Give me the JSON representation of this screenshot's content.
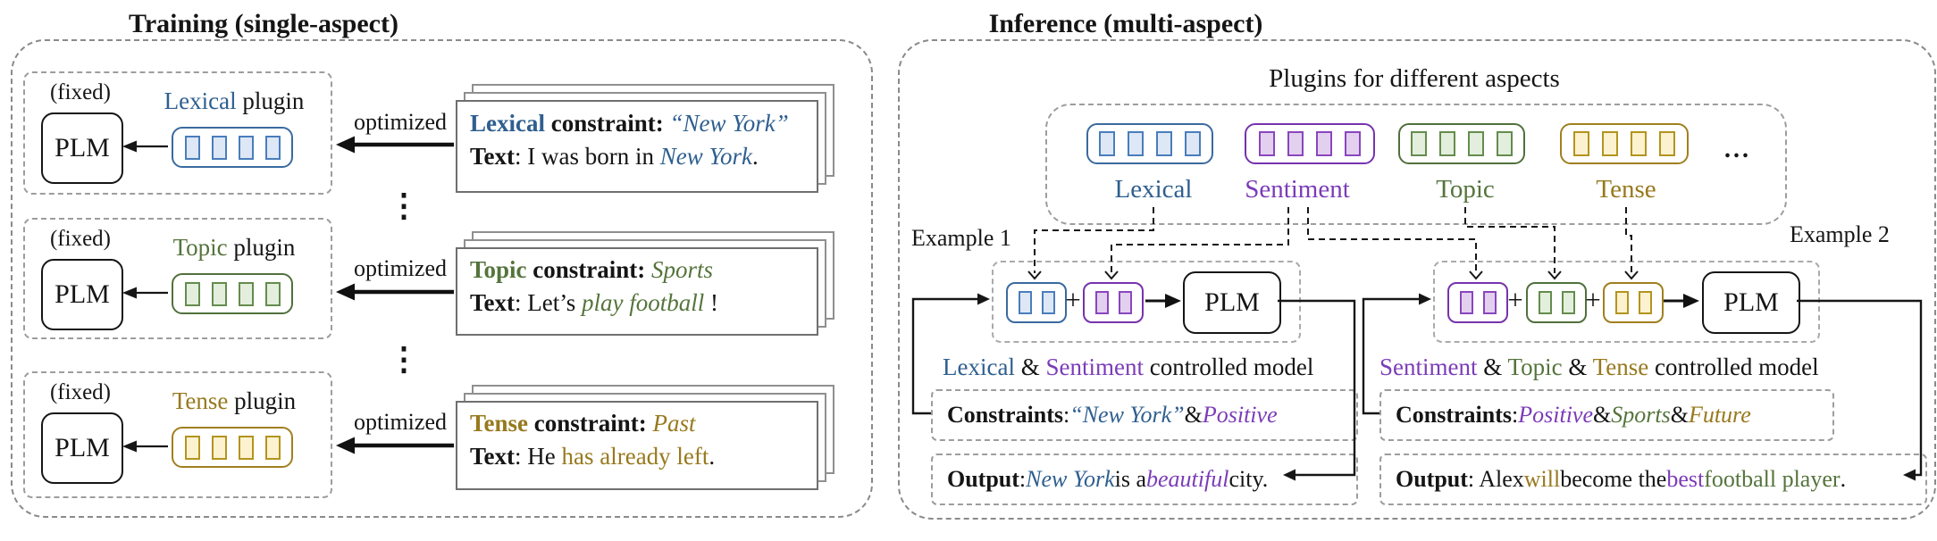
{
  "colors": {
    "black": "#151515",
    "lexical": "#2f5f8f",
    "sentiment": "#7b3cb8",
    "topic": "#55743c",
    "tense": "#97791e"
  },
  "chips": {
    "lexical": {
      "border": "#3a6a9e",
      "sq_border": "#4a7dbb",
      "sq_fill": "#dde7f6"
    },
    "sentiment": {
      "border": "#7633ad",
      "sq_border": "#8a46bd",
      "sq_fill": "#e3d0ef"
    },
    "topic": {
      "border": "#50703c",
      "sq_border": "#648c4e",
      "sq_fill": "#e3efdc"
    },
    "tense": {
      "border": "#a07f1f",
      "sq_border": "#b3941f",
      "sq_fill": "#fcf2cf"
    }
  },
  "training": {
    "title": "Training (single-aspect)",
    "optimized": "optimized",
    "dots": "⋮",
    "rows": [
      {
        "fixed": "(fixed)",
        "plm": "PLM",
        "aspect": "lexical",
        "label": [
          {
            "t": "Lexical",
            "c": "lexical"
          },
          {
            "t": " plugin"
          }
        ],
        "card_line1": [
          {
            "t": "Lexical",
            "c": "lexical",
            "b": 1
          },
          {
            "t": " constraint: ",
            "b": 1
          },
          {
            "t": "“New York”",
            "c": "lexical",
            "i": 1
          }
        ],
        "card_line2": [
          {
            "t": "Text",
            "b": 1
          },
          {
            "t": ": I was born in "
          },
          {
            "t": "New York",
            "c": "lexical",
            "i": 1
          },
          {
            "t": "."
          }
        ]
      },
      {
        "fixed": "(fixed)",
        "plm": "PLM",
        "aspect": "topic",
        "label": [
          {
            "t": "Topic",
            "c": "topic"
          },
          {
            "t": " plugin"
          }
        ],
        "card_line1": [
          {
            "t": "Topic",
            "c": "topic",
            "b": 1
          },
          {
            "t": " constraint: ",
            "b": 1
          },
          {
            "t": "Sports",
            "c": "topic",
            "i": 1
          }
        ],
        "card_line2": [
          {
            "t": "Text",
            "b": 1
          },
          {
            "t": ": Let’s "
          },
          {
            "t": "play football",
            "c": "topic",
            "i": 1
          },
          {
            "t": " !"
          }
        ]
      },
      {
        "fixed": "(fixed)",
        "plm": "PLM",
        "aspect": "tense",
        "label": [
          {
            "t": "Tense",
            "c": "tense"
          },
          {
            "t": " plugin"
          }
        ],
        "card_line1": [
          {
            "t": "Tense",
            "c": "tense",
            "b": 1
          },
          {
            "t": " constraint: ",
            "b": 1
          },
          {
            "t": "Past",
            "c": "tense",
            "i": 1
          }
        ],
        "card_line2": [
          {
            "t": "Text",
            "b": 1
          },
          {
            "t": ": He "
          },
          {
            "t": "has already left",
            "c": "tense"
          },
          {
            "t": "."
          }
        ]
      }
    ]
  },
  "inference": {
    "title": "Inference (multi-aspect)",
    "plugins_heading": "Plugins for different aspects",
    "ellipsis": "...",
    "plus": "+",
    "plugins": [
      {
        "name": "Lexical",
        "aspect": "lexical"
      },
      {
        "name": "Sentiment",
        "aspect": "sentiment"
      },
      {
        "name": "Topic",
        "aspect": "topic"
      },
      {
        "name": "Tense",
        "aspect": "tense"
      }
    ],
    "examples": [
      {
        "label": "Example 1",
        "plm": "PLM",
        "chips": [
          "lexical",
          "sentiment"
        ],
        "model_label": [
          {
            "t": "Lexical",
            "c": "lexical"
          },
          {
            "t": " & "
          },
          {
            "t": "Sentiment",
            "c": "sentiment"
          },
          {
            "t": " controlled model"
          }
        ],
        "constraints": [
          {
            "t": "Constraints",
            "b": 1
          },
          {
            "t": ": "
          },
          {
            "t": "“New York”",
            "c": "lexical",
            "i": 1
          },
          {
            "t": " & "
          },
          {
            "t": "Positive",
            "c": "sentiment",
            "i": 1
          }
        ],
        "output": [
          {
            "t": "Output",
            "b": 1
          },
          {
            "t": ": "
          },
          {
            "t": "New York",
            "c": "lexical",
            "i": 1
          },
          {
            "t": " is a "
          },
          {
            "t": "beautiful",
            "c": "sentiment",
            "i": 1
          },
          {
            "t": " city."
          }
        ]
      },
      {
        "label": "Example 2",
        "plm": "PLM",
        "chips": [
          "sentiment",
          "topic",
          "tense"
        ],
        "model_label": [
          {
            "t": "Sentiment",
            "c": "sentiment"
          },
          {
            "t": " & "
          },
          {
            "t": "Topic",
            "c": "topic"
          },
          {
            "t": " & "
          },
          {
            "t": "Tense",
            "c": "tense"
          },
          {
            "t": " controlled model"
          }
        ],
        "constraints": [
          {
            "t": "Constraints",
            "b": 1
          },
          {
            "t": ":  "
          },
          {
            "t": "Positive",
            "c": "sentiment",
            "i": 1
          },
          {
            "t": " & "
          },
          {
            "t": "Sports",
            "c": "topic",
            "i": 1
          },
          {
            "t": " & "
          },
          {
            "t": "Future",
            "c": "tense",
            "i": 1
          }
        ],
        "output": [
          {
            "t": "Output",
            "b": 1
          },
          {
            "t": ": Alex "
          },
          {
            "t": "will",
            "c": "tense"
          },
          {
            "t": " become the "
          },
          {
            "t": "best",
            "c": "sentiment"
          },
          {
            "t": " football player",
            "c": "topic"
          },
          {
            "t": "."
          }
        ]
      }
    ]
  }
}
